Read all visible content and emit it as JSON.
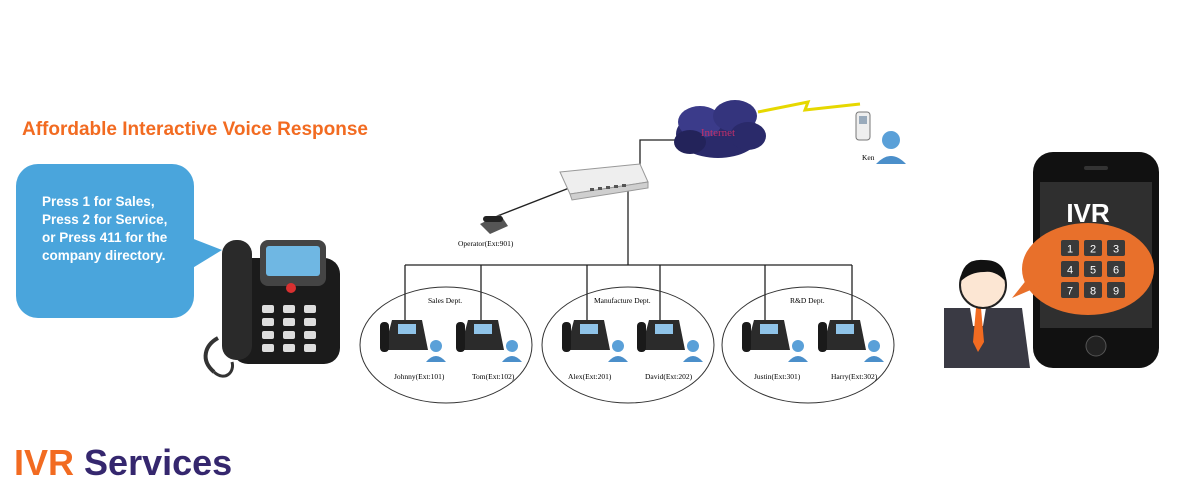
{
  "headline": "Affordable Interactive Voice Response",
  "bubble": {
    "lines": [
      "Press 1 for Sales,",
      "Press 2 for Service,",
      "or Press 411 for the",
      "company directory."
    ]
  },
  "diagram": {
    "cloud_label": "Internet",
    "remote_user": "Ken",
    "operator": "Operator(Ext:901)",
    "departments": [
      {
        "name": "Sales Dept.",
        "users": [
          "Johnny(Ext:101)",
          "Tom(Ext:102)"
        ]
      },
      {
        "name": "Manufacture Dept.",
        "users": [
          "Alex(Ext:201)",
          "David(Ext:202)"
        ]
      },
      {
        "name": "R&D Dept.",
        "users": [
          "Justin(Ext:301)",
          "Harry(Ext:302)"
        ]
      }
    ]
  },
  "mobile": {
    "screen_title": "IVR",
    "keypad": [
      "1",
      "2",
      "3",
      "4",
      "5",
      "6",
      "7",
      "8",
      "9"
    ]
  },
  "footer": {
    "part1": "IVR",
    "part2": "Services"
  },
  "colors": {
    "orange": "#f26b21",
    "blue_bubble": "#4aa5dc",
    "navy": "#35276e",
    "cloud": "#2a2a6a"
  }
}
